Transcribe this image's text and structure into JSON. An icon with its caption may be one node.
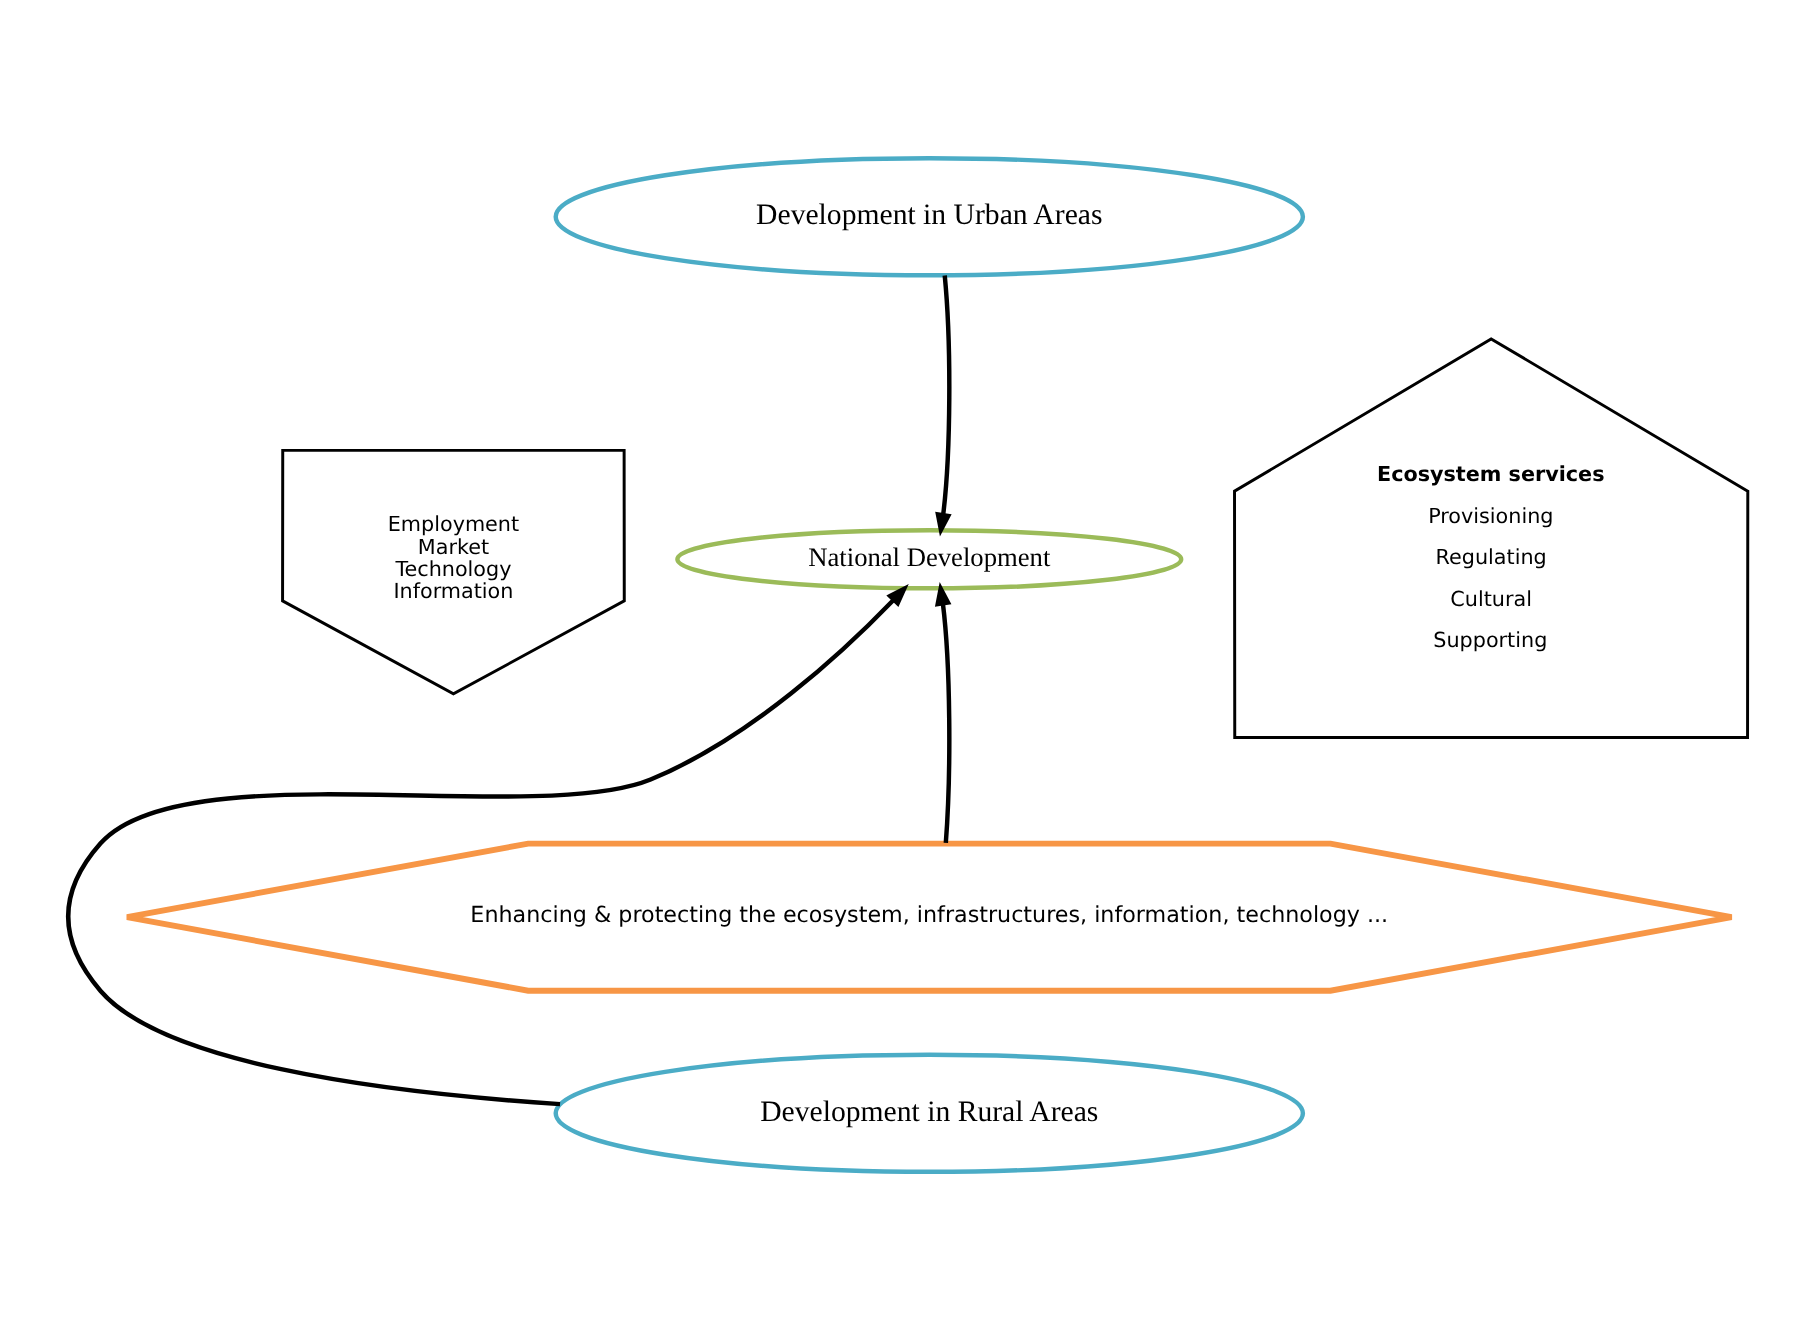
{
  "diagram": {
    "nodes": [
      {
        "text": [
          "Development in Urban Areas"
        ]
      },
      {
        "text": [
          "National Development"
        ]
      },
      {
        "text": [
          "Employment",
          "Market",
          "Technology",
          "Information"
        ]
      },
      {
        "text": [
          "Enhancing & protecting the ecosystem, infrastructures, information, technology ..."
        ]
      },
      {
        "text": [
          "Ecosystem services",
          "Provisioning",
          "Regulating",
          "Cultural",
          "Supporting"
        ]
      },
      {
        "text": [
          "Development in Rural Areas"
        ]
      }
    ],
    "edges": [
      {
        "from": 0,
        "to": 1,
        "arrow": "to"
      },
      {
        "from": 5,
        "to": 1,
        "arrow": "to"
      },
      {
        "from": 3,
        "to": 1,
        "arrow": "to"
      }
    ]
  }
}
